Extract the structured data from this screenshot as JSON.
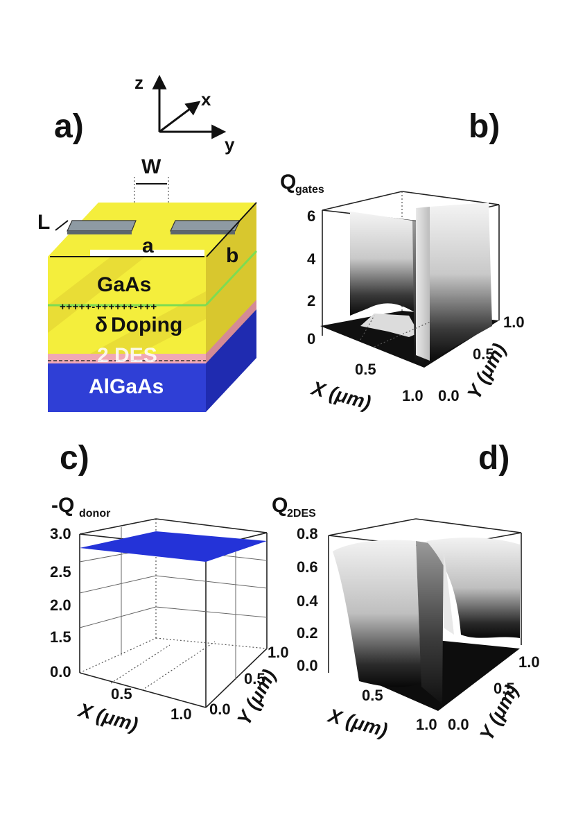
{
  "panels": {
    "a": {
      "label": "a)",
      "axes": {
        "z": "z",
        "x": "x",
        "y": "y"
      },
      "dims": {
        "W": "W",
        "L": "L",
        "a": "a",
        "b": "b"
      },
      "layers": {
        "top": "GaAs",
        "doping_glyph": "δ",
        "doping": "Doping",
        "twodes": "2 DES",
        "bottom": "AlGaAs"
      },
      "doping_marks": "+++++-++++++-+++",
      "colors": {
        "gaas": "#f4ee3c",
        "gaas_side": "#d8c72e",
        "algaas": "#2f3fd6",
        "pink": "#f0a8b4",
        "green": "#7ddc52",
        "gate": "#8e9aa3"
      }
    },
    "b": {
      "label": "b)",
      "quantity": "Q",
      "quantity_sub": "gates",
      "z_ticks": [
        "0",
        "2",
        "4",
        "6"
      ],
      "x_label": "X (μm)",
      "x_ticks": [
        "0.5",
        "1.0"
      ],
      "y_label": "Y (μm)",
      "y_ticks": [
        "0.0",
        "0.5",
        "1.0"
      ]
    },
    "c": {
      "label": "c)",
      "quantity": "-Q",
      "quantity_sub": "donor",
      "z_ticks": [
        "0.0",
        "1.5",
        "2.0",
        "2.5",
        "3.0"
      ],
      "x_label": "X (μm)",
      "x_ticks": [
        "0.5",
        "1.0"
      ],
      "y_label": "Y (μm)",
      "y_ticks": [
        "0.0",
        "0.5",
        "1.0"
      ],
      "surface_color": "#2433d8"
    },
    "d": {
      "label": "d)",
      "quantity": "Q",
      "quantity_sub": "2DES",
      "z_ticks": [
        "0.0",
        "0.2",
        "0.4",
        "0.6",
        "0.8"
      ],
      "x_label": "X (μm)",
      "x_ticks": [
        "0.5",
        "1.0"
      ],
      "y_label": "Y (μm)",
      "y_ticks": [
        "0.0",
        "0.5",
        "1.0"
      ]
    }
  }
}
